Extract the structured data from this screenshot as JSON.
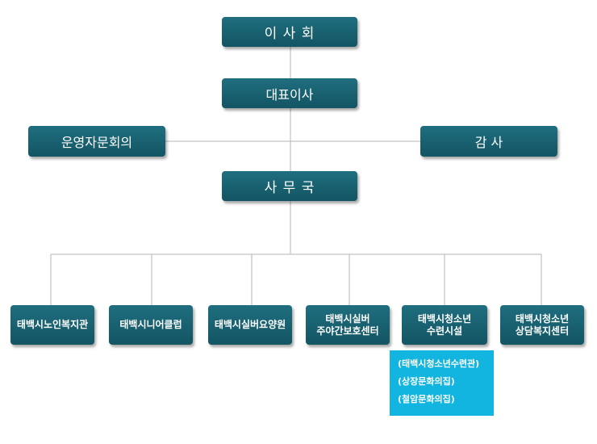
{
  "top": {
    "board": "이 사 회",
    "president": "대표이사",
    "left_committee": "운영자문회의",
    "auditor": "감 사",
    "secretariat": "사 무 국"
  },
  "leaves": [
    {
      "line1": "태백시노인복지관",
      "line2": ""
    },
    {
      "line1": "태백시니어클럽",
      "line2": ""
    },
    {
      "line1": "태백시실버요양원",
      "line2": ""
    },
    {
      "line1": "태백시실버",
      "line2": "주야간보호센터"
    },
    {
      "line1": "태백시청소년",
      "line2": "수련시설"
    },
    {
      "line1": "태백시청소년",
      "line2": "상담복지센터"
    }
  ],
  "sub_facilities": [
    "(태백시청소년수련관)",
    "(상장문화의집)",
    "(철암문화의집)"
  ],
  "colors": {
    "box": "#1a6575",
    "sub_box": "#12b5e0",
    "line": "#b5b5b5"
  }
}
